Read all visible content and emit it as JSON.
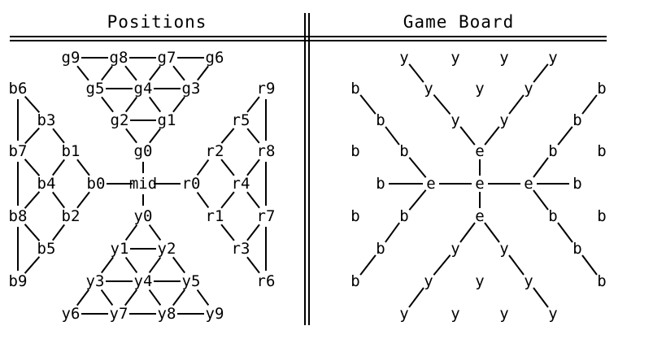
{
  "left_panel": {
    "title": "Positions",
    "nodes": {
      "g9": "g9",
      "g8": "g8",
      "g7": "g7",
      "g6": "g6",
      "g5": "g5",
      "g4": "g4",
      "g3": "g3",
      "g2": "g2",
      "g1": "g1",
      "g0": "g0",
      "b6": "b6",
      "b3": "b3",
      "b7": "b7",
      "b1": "b1",
      "b4": "b4",
      "b0": "b0",
      "b8": "b8",
      "b2": "b2",
      "b5": "b5",
      "b9": "b9",
      "mid": "mid",
      "r9": "r9",
      "r5": "r5",
      "r2": "r2",
      "r8": "r8",
      "r0": "r0",
      "r4": "r4",
      "r1": "r1",
      "r7": "r7",
      "r3": "r3",
      "r6": "r6",
      "y0": "y0",
      "y1": "y1",
      "y2": "y2",
      "y3": "y3",
      "y4": "y4",
      "y5": "y5",
      "y6": "y6",
      "y7": "y7",
      "y8": "y8",
      "y9": "y9"
    }
  },
  "right_panel": {
    "title": "Game Board",
    "cells": {
      "g9": "y",
      "g8": "y",
      "g7": "y",
      "g6": "y",
      "g5": "y",
      "g4": "y",
      "g3": "y",
      "g2": "y",
      "g1": "y",
      "g0": "e",
      "b6": "b",
      "b3": "b",
      "b7": "b",
      "b1": "b",
      "b4": "b",
      "b0": "e",
      "b8": "b",
      "b2": "b",
      "b5": "b",
      "b9": "b",
      "mid": "e",
      "r9": "b",
      "r5": "b",
      "r2": "b",
      "r8": "b",
      "r0": "e",
      "r4": "b",
      "r1": "b",
      "r7": "b",
      "r3": "b",
      "r6": "b",
      "y0": "e",
      "y1": "y",
      "y2": "y",
      "y3": "y",
      "y4": "y",
      "y5": "y",
      "y6": "y",
      "y7": "y",
      "y8": "y",
      "y9": "y"
    }
  }
}
